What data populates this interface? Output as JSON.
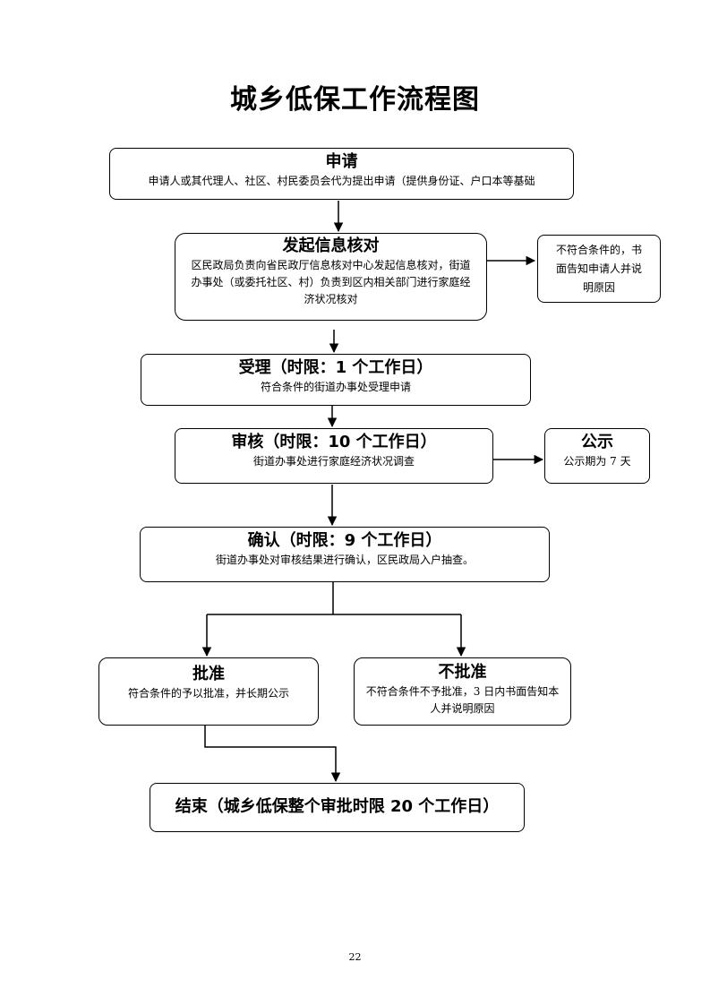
{
  "title": "城乡低保工作流程图",
  "steps": {
    "apply": {
      "heading": "申请",
      "body": "申请人或其代理人、社区、村民委员会代为提出申请（提供身份证、户口本等基础"
    },
    "verify": {
      "heading": "发起信息核对",
      "body": "区民政局负责向省民政厅信息核对中心发起信息核对，街道办事处（或委托社区、村）负责到区内相关部门进行家庭经济状况核对"
    },
    "reject_notice": {
      "body": "不符合条件的，书面告知申请人并说明原因"
    },
    "accept": {
      "heading": "受理（时限：1 个工作日）",
      "body": "符合条件的街道办事处受理申请"
    },
    "review": {
      "heading": "审核（时限：10 个工作日）",
      "body": "街道办事处进行家庭经济状况调查"
    },
    "publicize": {
      "heading": "公示",
      "body": "公示期为 7 天"
    },
    "confirm": {
      "heading": "确认（时限：9 个工作日）",
      "body": "街道办事处对审核结果进行确认，区民政局入户抽查。"
    },
    "approve": {
      "heading": "批准",
      "body": "符合条件的予以批准，并长期公示"
    },
    "deny": {
      "heading": "不批准",
      "body": "不符合条件不予批准，3 日内书面告知本人并说明原因"
    },
    "end": {
      "label": "结束（城乡低保整个审批时限 20 个工作日）"
    }
  },
  "page_number": "22"
}
